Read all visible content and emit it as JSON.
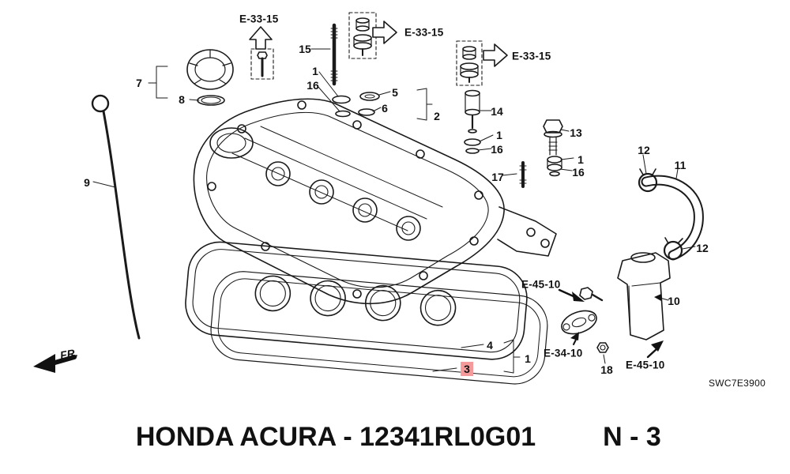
{
  "footer": {
    "title": "HONDA ACURA - 12341RL0G01",
    "page_code": "N - 3"
  },
  "diagram": {
    "plate_code": "SWC7E3900",
    "fr_label": "FR.",
    "highlight_color": "#f59a9a",
    "references": {
      "e3315_top": "E-33-15",
      "e3315_mid": "E-33-15",
      "e3315_right": "E-33-15",
      "e4510_upper": "E-45-10",
      "e3410": "E-34-10",
      "e4510_lower": "E-45-10"
    },
    "callouts": {
      "c7": "7",
      "c8": "8",
      "c9": "9",
      "c15": "15",
      "c1a": "1",
      "c16a": "16",
      "c5": "5",
      "c6": "6",
      "c2": "2",
      "c14": "14",
      "c1b": "1",
      "c16b": "16",
      "c13": "13",
      "c1c": "1",
      "c16c": "16",
      "c17": "17",
      "c12a": "12",
      "c11": "11",
      "c12b": "12",
      "c10": "10",
      "c18": "18",
      "c4": "4",
      "c1d": "1",
      "c3": "3"
    }
  }
}
